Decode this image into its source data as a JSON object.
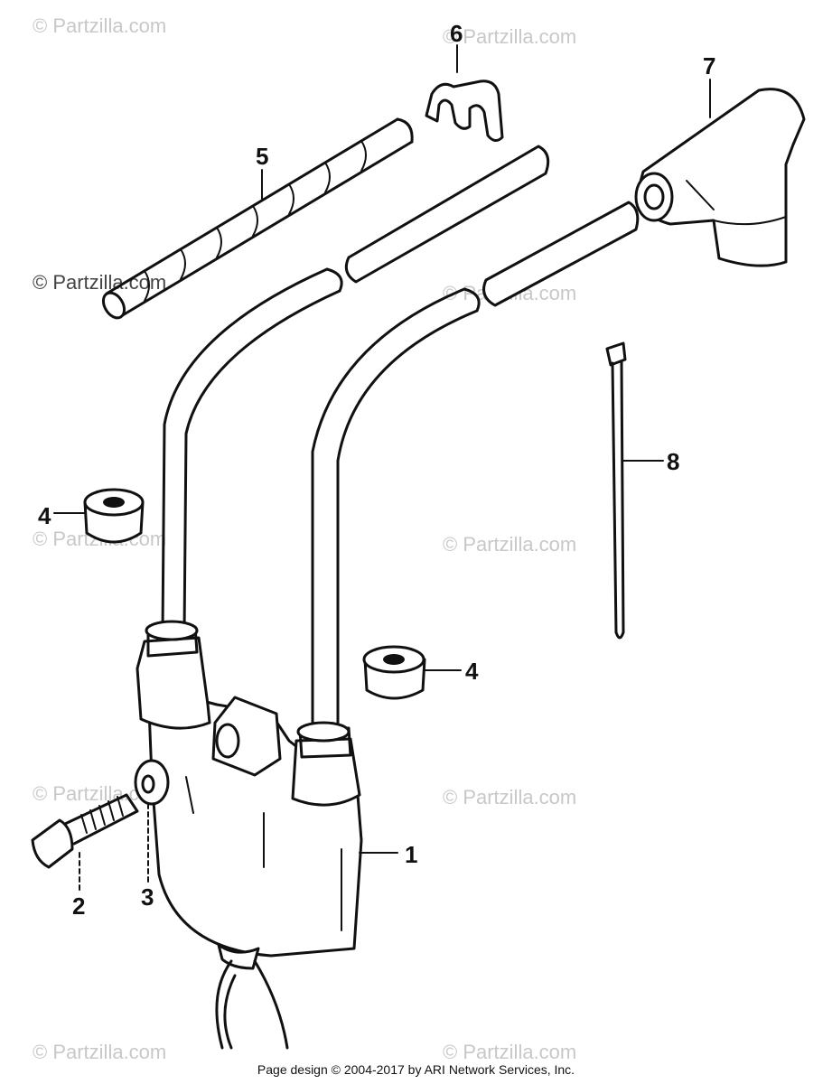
{
  "watermark": {
    "text": "© Partzilla.com"
  },
  "callouts": {
    "c1": "1",
    "c2": "2",
    "c3": "3",
    "c4a": "4",
    "c4b": "4",
    "c5": "5",
    "c6": "6",
    "c7": "7",
    "c8": "8"
  },
  "footer": {
    "text": "Page design © 2004-2017 by ARI Network Services, Inc."
  }
}
